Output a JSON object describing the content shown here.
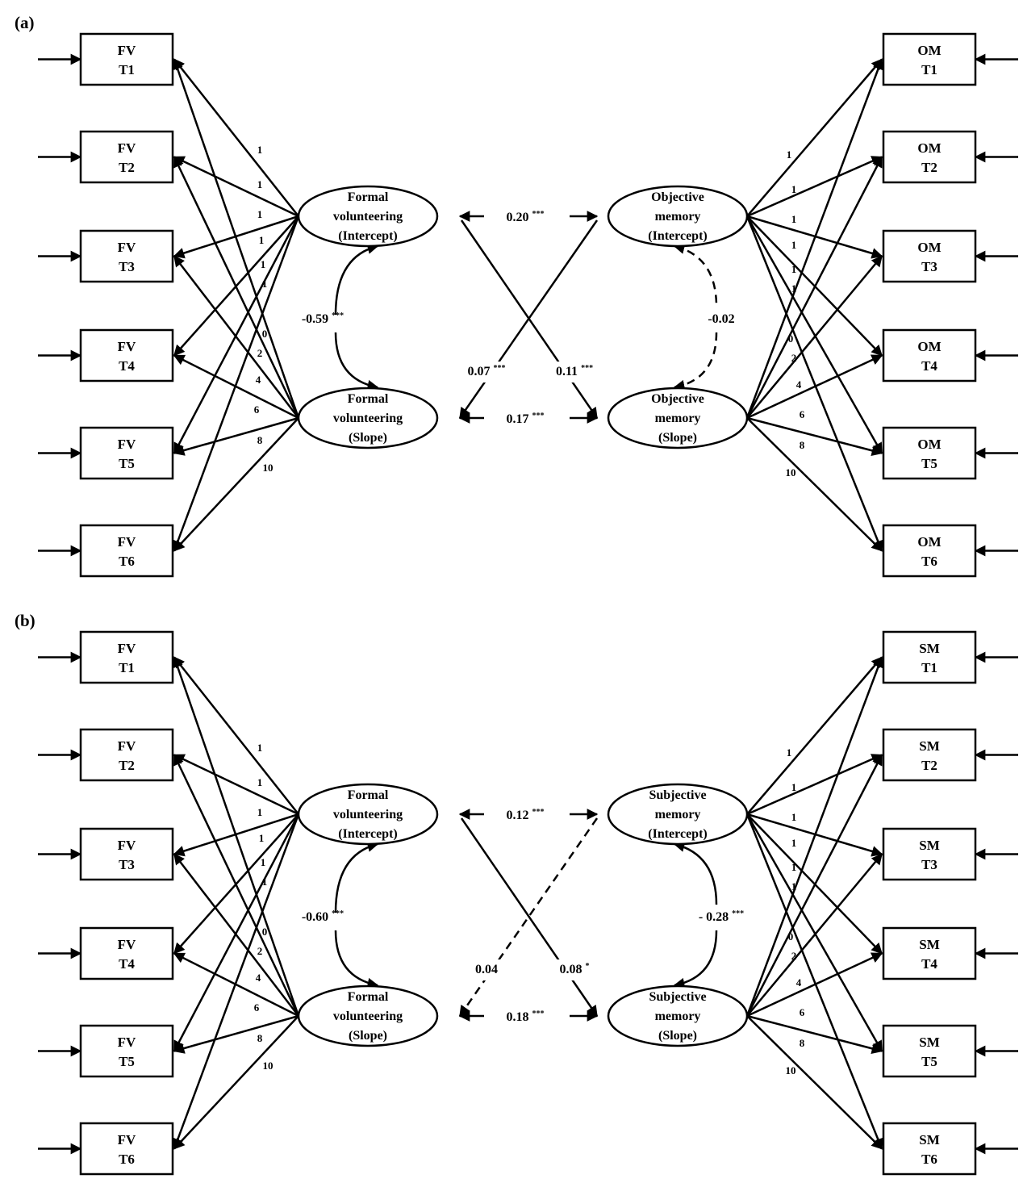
{
  "panels": [
    {
      "label": "(a)",
      "left_boxes": [
        [
          "FV",
          "T1"
        ],
        [
          "FV",
          "T2"
        ],
        [
          "FV",
          "T3"
        ],
        [
          "FV",
          "T4"
        ],
        [
          "FV",
          "T5"
        ],
        [
          "FV",
          "T6"
        ]
      ],
      "right_boxes": [
        [
          "OM",
          "T1"
        ],
        [
          "OM",
          "T2"
        ],
        [
          "OM",
          "T3"
        ],
        [
          "OM",
          "T4"
        ],
        [
          "OM",
          "T5"
        ],
        [
          "OM",
          "T6"
        ]
      ],
      "latent": {
        "left_intercept": [
          "Formal",
          "volunteering",
          "(Intercept)"
        ],
        "left_slope": [
          "Formal",
          "volunteering",
          "(Slope)"
        ],
        "right_intercept": [
          "Objective",
          "memory",
          "(Intercept)"
        ],
        "right_slope": [
          "Objective",
          "memory",
          "(Slope)"
        ]
      },
      "intercept_loadings": [
        "1",
        "1",
        "1",
        "1",
        "1",
        "1"
      ],
      "slope_loadings": [
        "0",
        "2",
        "4",
        "6",
        "8",
        "10"
      ],
      "paths": {
        "intercept_intercept": {
          "value": "0.20",
          "sig": "***",
          "dashed": false
        },
        "slope_slope": {
          "value": "0.17",
          "sig": "***",
          "dashed": false
        },
        "right_intercept_to_left_slope": {
          "value": "0.07",
          "sig": "***",
          "dashed": false
        },
        "left_intercept_to_right_slope": {
          "value": "0.11",
          "sig": "***",
          "dashed": false
        },
        "left_covariance": {
          "value": "-0.59",
          "sig": "***",
          "dashed": false
        },
        "right_covariance": {
          "value": "-0.02",
          "sig": "",
          "dashed": true
        }
      }
    },
    {
      "label": "(b)",
      "left_boxes": [
        [
          "FV",
          "T1"
        ],
        [
          "FV",
          "T2"
        ],
        [
          "FV",
          "T3"
        ],
        [
          "FV",
          "T4"
        ],
        [
          "FV",
          "T5"
        ],
        [
          "FV",
          "T6"
        ]
      ],
      "right_boxes": [
        [
          "SM",
          "T1"
        ],
        [
          "SM",
          "T2"
        ],
        [
          "SM",
          "T3"
        ],
        [
          "SM",
          "T4"
        ],
        [
          "SM",
          "T5"
        ],
        [
          "SM",
          "T6"
        ]
      ],
      "latent": {
        "left_intercept": [
          "Formal",
          "volunteering",
          "(Intercept)"
        ],
        "left_slope": [
          "Formal",
          "volunteering",
          "(Slope)"
        ],
        "right_intercept": [
          "Subjective",
          "memory",
          "(Intercept)"
        ],
        "right_slope": [
          "Subjective",
          "memory",
          "(Slope)"
        ]
      },
      "intercept_loadings": [
        "1",
        "1",
        "1",
        "1",
        "1",
        "1"
      ],
      "slope_loadings": [
        "0",
        "2",
        "4",
        "6",
        "8",
        "10"
      ],
      "paths": {
        "intercept_intercept": {
          "value": "0.12",
          "sig": "***",
          "dashed": false
        },
        "slope_slope": {
          "value": "0.18",
          "sig": "***",
          "dashed": false
        },
        "right_intercept_to_left_slope": {
          "value": "0.04",
          "sig": "",
          "dashed": true
        },
        "left_intercept_to_right_slope": {
          "value": "0.08",
          "sig": "*",
          "dashed": false
        },
        "left_covariance": {
          "value": "-0.60",
          "sig": "***",
          "dashed": false
        },
        "right_covariance": {
          "value": "- 0.28",
          "sig": "***",
          "dashed": false
        }
      }
    }
  ]
}
